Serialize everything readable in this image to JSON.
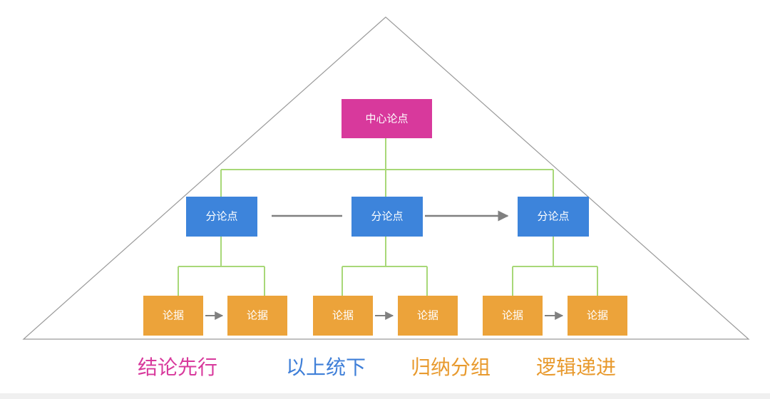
{
  "diagram": {
    "center_label": "中心论点",
    "sub_labels": [
      "分论点",
      "分论点",
      "分论点"
    ],
    "evidence_labels": [
      "论据",
      "论据",
      "论据",
      "论据",
      "论据",
      "论据"
    ]
  },
  "principles": [
    {
      "text": "结论先行",
      "color": "#d8399c"
    },
    {
      "text": "以上统下",
      "color": "#3f7fd8"
    },
    {
      "text": "归纳分组",
      "color": "#e89a2e"
    },
    {
      "text": "逻辑递进",
      "color": "#e89a2e"
    }
  ],
  "colors": {
    "center": "#d8399c",
    "sub": "#3d84db",
    "evidence": "#eca33a",
    "connector": "#a8d878",
    "arrow": "#808080",
    "triangle": "#9a9a9a"
  }
}
